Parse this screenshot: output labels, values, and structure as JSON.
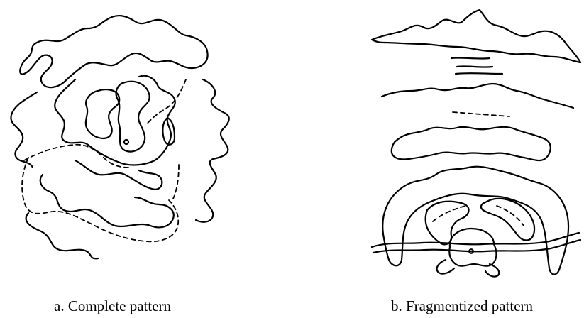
{
  "figure": {
    "panels": [
      {
        "id": "a",
        "caption": "a. Complete pattern"
      },
      {
        "id": "b",
        "caption": "b. Fragmentized pattern"
      }
    ]
  }
}
